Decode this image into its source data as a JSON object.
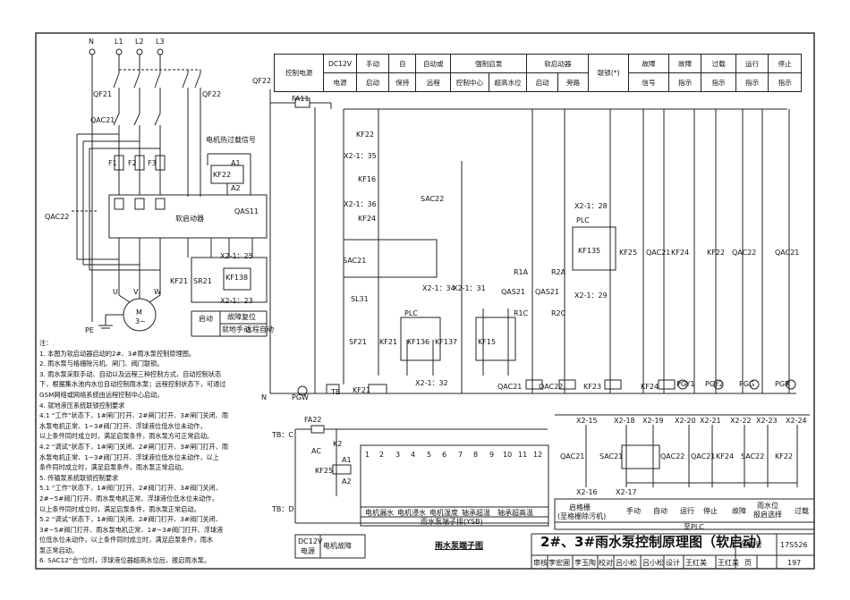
{
  "title": "2#、3#雨水泵控制原理图（软启动）",
  "title_block": {
    "atlas_label": "图集号",
    "atlas_no": "17S526",
    "page_label": "页",
    "page_no": "197",
    "roles": [
      "审核",
      "李宏圃",
      "校对",
      "吕小松",
      "设计",
      "王红美"
    ],
    "signatures": [
      "李玉陶",
      "吕小松",
      "王红美"
    ]
  },
  "sections": {
    "terminal_title": "雨水泵端子图",
    "ysb_label": "雨水泵端子排(YSB)",
    "plc_label": "至PLC",
    "soft_start_label": "软启动器"
  },
  "header_row": [
    {
      "label": "控制电源"
    },
    {
      "label": "DC12V",
      "sub": "电源"
    },
    {
      "label": "手动",
      "sub": "启动"
    },
    {
      "label": "自",
      "sub": "保持"
    },
    {
      "label": "自动或",
      "sub": "远程"
    },
    {
      "label": "强制启泵",
      "subs": [
        "控制中心",
        "超高水位"
      ]
    },
    {
      "label": "软启动器",
      "subs": [
        "启动",
        "旁路"
      ]
    },
    {
      "label": "联锁(*)"
    },
    {
      "label": "故障",
      "sub": "信号"
    },
    {
      "label": "故障",
      "sub": "指示"
    },
    {
      "label": "过载",
      "sub": "指示"
    },
    {
      "label": "运行",
      "sub": "指示"
    },
    {
      "label": "停止",
      "sub": "指示"
    }
  ],
  "phases": [
    "N",
    "L1",
    "L2",
    "L3"
  ],
  "labels": {
    "qf21": "QF21",
    "qf22": "QF22",
    "qac21": "QAC21",
    "qac22": "QAC22",
    "f1": "F1",
    "f2": "F2",
    "f3": "F3",
    "kf22": "KF22",
    "a1": "A1",
    "a2": "A2",
    "motor_heat": "电机热过载信号",
    "qas11": "QAS11",
    "motor": "M",
    "motor_sub": "3~",
    "pe": "PE",
    "u": "U",
    "v": "V",
    "w": "W",
    "fa11": "FA11",
    "fa22": "FA22",
    "start": "启动",
    "fault_reset": "故障复位",
    "local_manual": "就地手动",
    "remote_auto": "远程自动",
    "sac22": "SAC22",
    "sac21": "SAC21",
    "sl31": "SL31",
    "sf21": "SF21",
    "plc": "PLC",
    "kf16": "KF16",
    "kf24": "KF24",
    "kf21": "KF21",
    "kf15": "KF15",
    "kf135": "KF135",
    "kf136": "KF136",
    "kf137": "KF137",
    "kf25": "KF25",
    "kf23": "KF23",
    "qas21": "QAS21",
    "pgw": "PGW",
    "tb": "TB",
    "tbc": "TB：C",
    "tbd": "TB：D",
    "k2": "K2",
    "ac": "AC",
    "pgy1": "PGY1",
    "pgy2": "PGY2",
    "pgg": "PGG",
    "pgr": "PGR",
    "x2_32": "X2-1：32",
    "x2_35": "X2-1：35",
    "x2_36": "X2-1：36",
    "x2_34": "X2-1：34",
    "x2_31": "X2-1：31",
    "x2_28": "X2-1：28",
    "x2_29": "X2-1：29",
    "x2_25": "X2-1：25",
    "x2_23": "X2-1：23",
    "r1a": "R1A",
    "r2a": "R2A",
    "r1c": "R1C",
    "r2c": "R2C",
    "kf138": "KF138",
    "sr21": "SR21",
    "dc12v": "DC12V",
    "power": "电源",
    "motor_fault": "电机故障"
  },
  "terminal_cells": [
    "电机漏水",
    "电机浸水",
    "电机湿度",
    "轴承超温",
    "轴承超高温"
  ],
  "terminal_nos": [
    "1",
    "2",
    "3",
    "4",
    "5",
    "6",
    "7",
    "8",
    "9",
    "10",
    "11",
    "12"
  ],
  "plc_row": [
    {
      "label": "启格栅",
      "sub": "(至格栅除污机)"
    },
    {
      "label": "手动"
    },
    {
      "label": "自动"
    },
    {
      "label": "运行"
    },
    {
      "label": "停止"
    },
    {
      "label": "故障"
    },
    {
      "label": "雨水位",
      "sub": "报启选择"
    },
    {
      "label": "过载"
    }
  ],
  "plc_terminals": [
    "X2-15",
    "X2-16",
    "X2-17",
    "X2-18",
    "X2-19",
    "X2-20",
    "X2-21",
    "X2-22",
    "X2-23",
    "X2-24"
  ],
  "notes": [
    "注：",
    "1. 本图为软启动器启动的2#、3#雨水泵控制原理图。",
    "2. 雨水泵与格栅除污机、闸门、阀门联锁。",
    "3. 雨水泵采取手动、自动以及远程三种控制方式，自动控制状态",
    "   下，根据集水池内水位自动控制雨水泵；远程控制状态下，可通过",
    "   GSM网络或网络系统由远程控制中心启动。",
    "4. 就地液压系统联锁控制要求",
    "4.1 “工作”状态下，1#闸门打开、2#闸门打开、3#闸门关闭、雨",
    "   水泵电机正常、1~3#阀门打开、浮球液位低水位未动作，",
    "   以上条件同时成立时，满足启泵条件，雨水泵方可正常启动。",
    "4.2 “调试”状态下，1#闸门关闭、2#闸门打开、3#闸门打开、雨",
    "   水泵电机正常、1~3#阀门打开、浮球液位低水位未动作，以上",
    "   条件同时成立时，满足启泵条件，雨水泵正常启动。",
    "5. 传输泵系统联锁控制要求",
    "5.1 “工作”状态下，1#阀门打开、2#阀门打开、3#阀门关闭、",
    "   2#~5#阀门打开、雨水泵电机正常、浮球液位低水位未动作，",
    "   以上条件同时成立时，满足启泵条件，雨水泵正常启动。",
    "5.2 “调试”状态下，1#阀门关闭、2#阀门打开、3#阀门关闭、",
    "   3#~5#阀门打开、雨水泵电机正常、1#~3#阀门打开、浮球液",
    "   位低水位未动作，以上条件同时成立时，满足启泵条件，雨水",
    "   泵正常启动。",
    "6. SAC12“合”位时，浮球液位器超高水位后，报启雨水泵。"
  ]
}
